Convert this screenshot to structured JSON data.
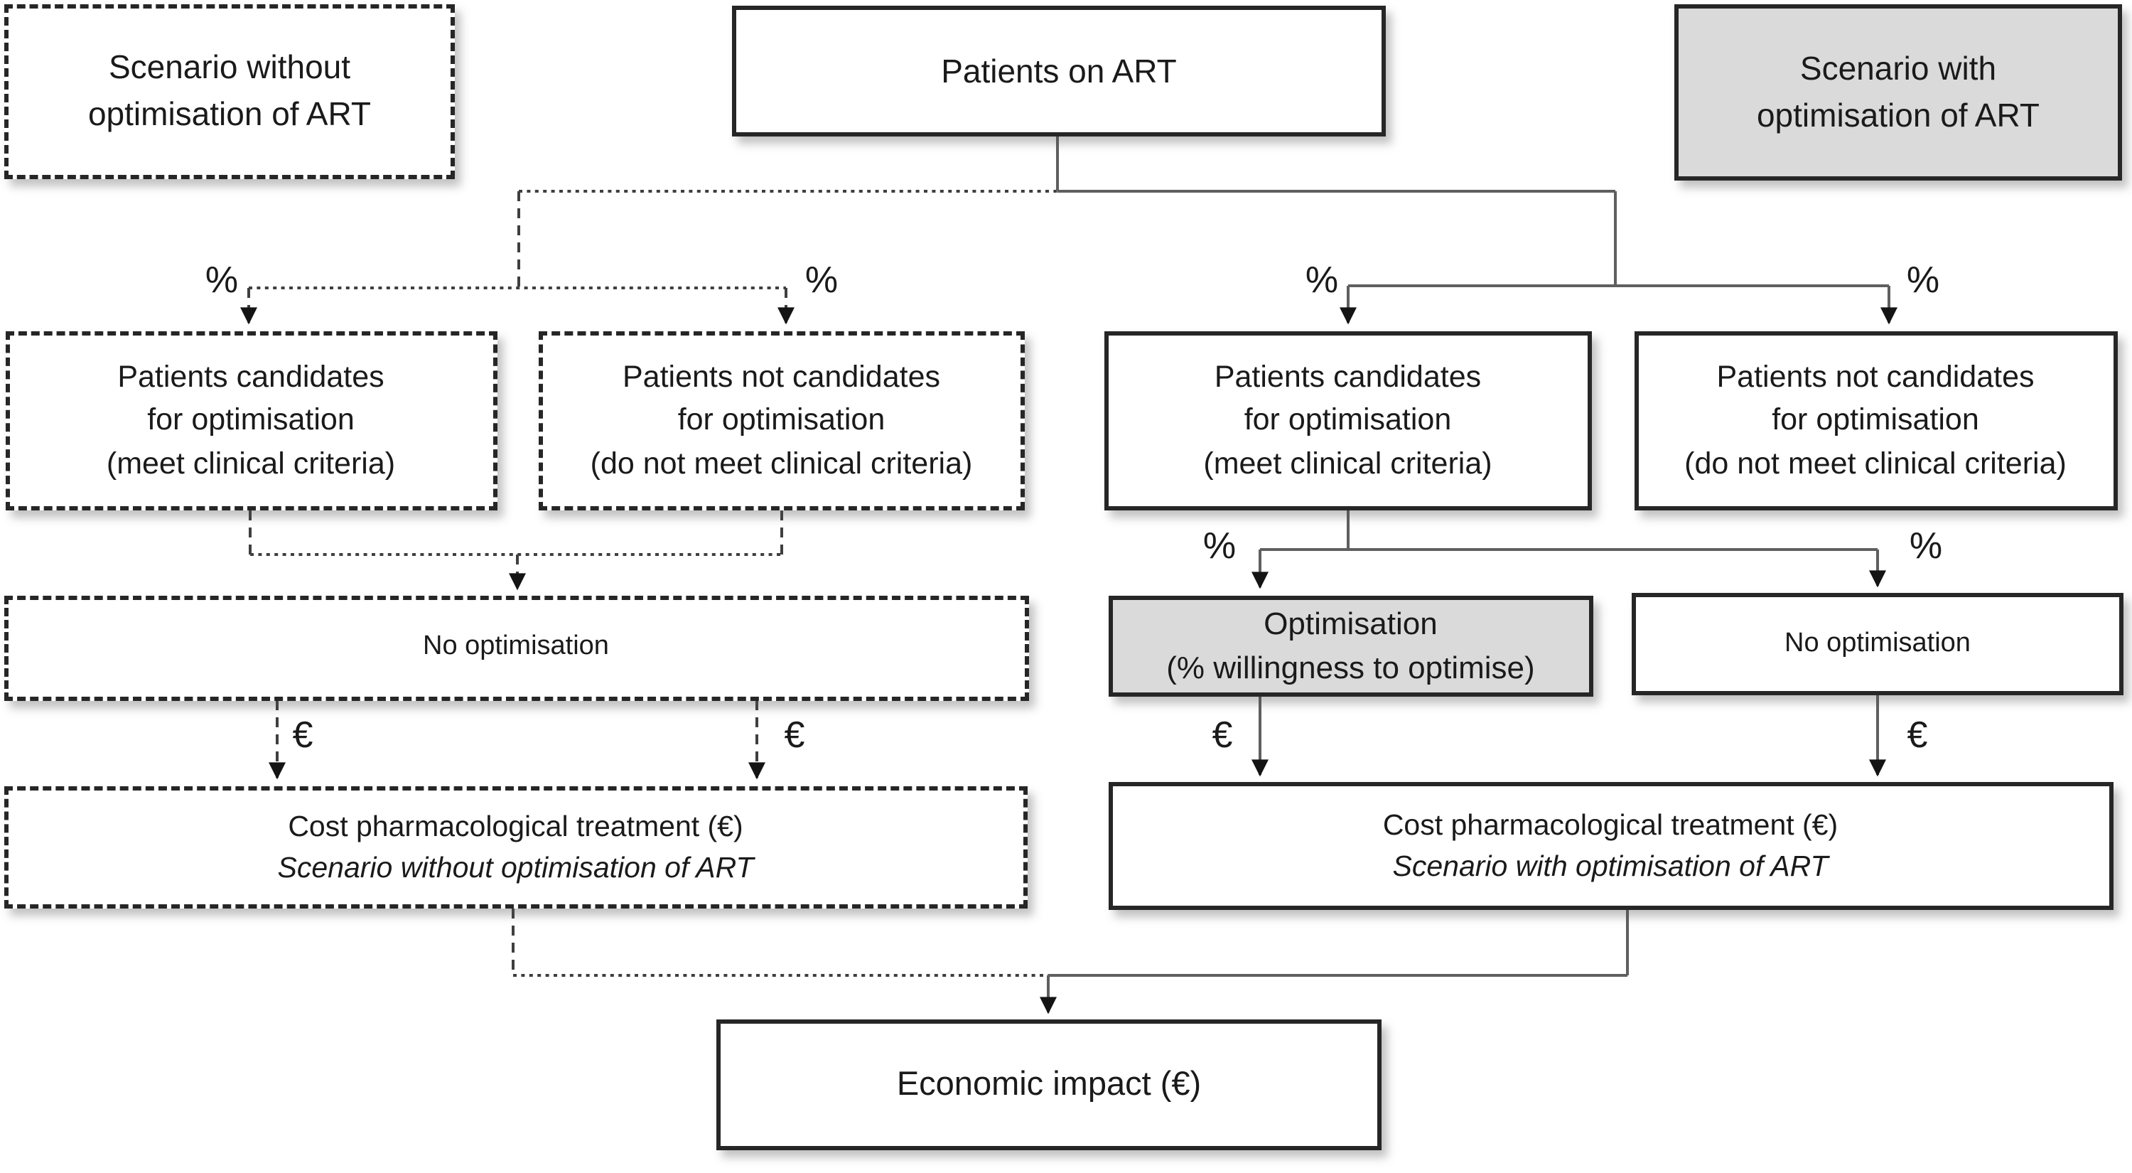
{
  "figure": {
    "type": "flowchart",
    "description": "Decision-tree of the budget impact model comparing ART scenarios"
  },
  "nodes": {
    "scenario_without_legend": "Scenario without\noptimisation of ART",
    "patients_on_art": "Patients on ART",
    "scenario_with_legend": "Scenario with\noptimisation of ART",
    "candidates": "Patients candidates\nfor optimisation\n(meet clinical criteria)",
    "not_candidates": "Patients not candidates\nfor optimisation\n(do not meet clinical criteria)",
    "no_optimisation": "No optimisation",
    "optimisation": "Optimisation\n(% willingness to optimise)",
    "cost_title": "Cost pharmacological treatment (€)",
    "cost_without_subtitle": "Scenario without optimisation of ART",
    "cost_with_subtitle": "Scenario with optimisation of ART",
    "economic_impact": "Economic impact (€)"
  },
  "edge_labels": {
    "percent": "%",
    "euro": "€"
  },
  "colors": {
    "box_fill": "#ffffff",
    "shaded_fill": "#dadada",
    "border": "#262626",
    "connector_dashed": "#3f3f3f",
    "connector_solid": "#5f5f5f",
    "arrowhead": "#141414",
    "text": "#1a1a1a"
  }
}
